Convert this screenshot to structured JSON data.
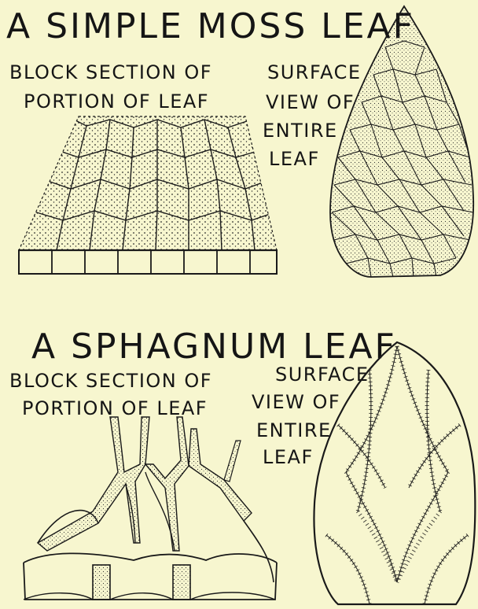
{
  "moss": {
    "title": "A SIMPLE MOSS LEAF",
    "block_label": [
      "BLOCK SECTION OF",
      "PORTION OF LEAF"
    ],
    "surface_label": [
      "SURFACE",
      "VIEW OF",
      "ENTIRE",
      "LEAF"
    ]
  },
  "sphagnum": {
    "title": "A SPHAGNUM LEAF",
    "block_label": [
      "BLOCK SECTION OF",
      "PORTION OF LEAF"
    ],
    "surface_label": [
      "SURFACE",
      "VIEW OF",
      "ENTIRE",
      "LEAF"
    ]
  }
}
